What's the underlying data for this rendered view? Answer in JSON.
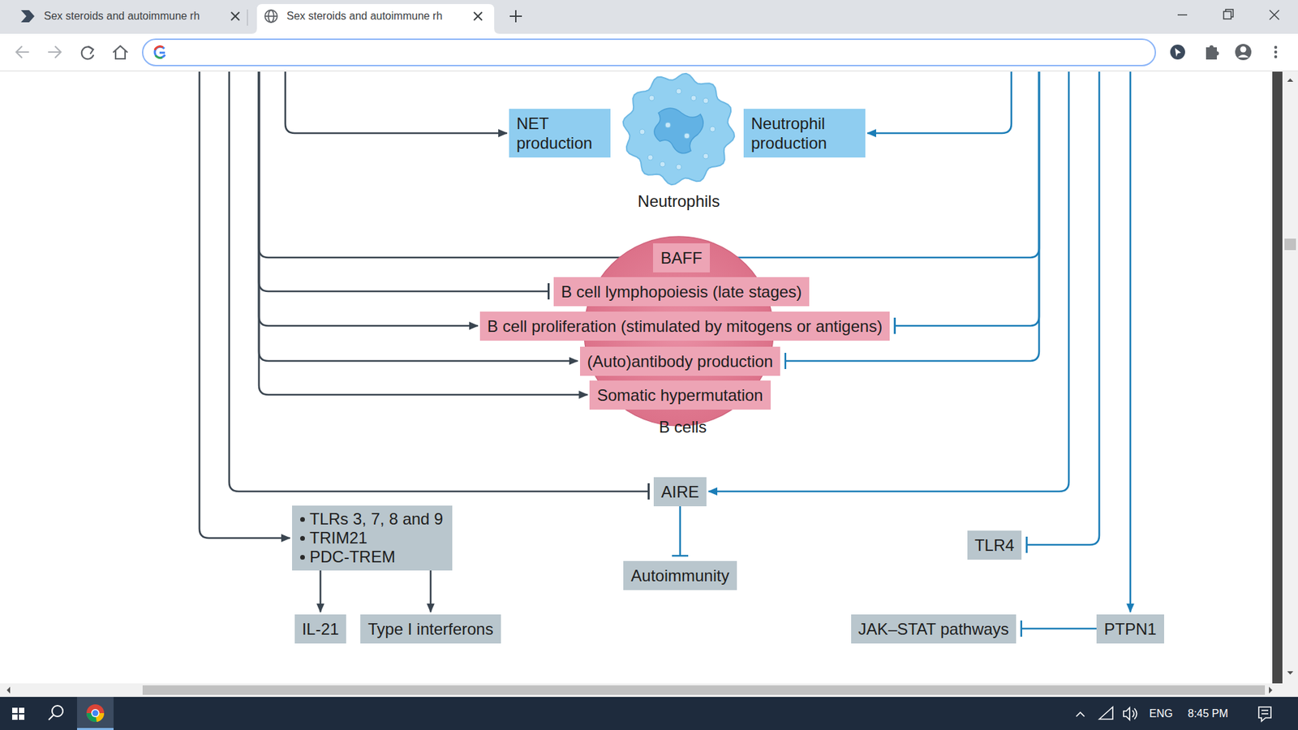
{
  "diagram": {
    "nodes": [
      {
        "text": [
          "NET production"
        ]
      },
      {
        "text": [
          "Neutrophils"
        ]
      },
      {
        "text": [
          "Neutrophil production"
        ]
      },
      {
        "text": [
          "B cells"
        ]
      },
      {
        "text": [
          "BAFF"
        ],
        "in": 3
      },
      {
        "text": [
          "B cell lymphopoiesis (late stages)"
        ],
        "in": 3
      },
      {
        "text": [
          "B cell proliferation (stimulated by mitogens or antigens)"
        ],
        "in": 3
      },
      {
        "text": [
          "(Auto)antibody production"
        ],
        "in": 3
      },
      {
        "text": [
          "Somatic hypermutation"
        ],
        "in": 3
      },
      {
        "text": [
          "AIRE"
        ]
      },
      {
        "text": [
          "TLRs 3, 7, 8 and 9",
          "TRIM21",
          "PDC-TREM"
        ]
      },
      {
        "text": [
          "Autoimmunity"
        ]
      },
      {
        "text": [
          "TLR4"
        ]
      },
      {
        "text": [
          "IL-21"
        ]
      },
      {
        "text": [
          "Type I interferons"
        ]
      },
      {
        "text": [
          "JAK–STAT pathways"
        ]
      },
      {
        "text": [
          "PTPN1"
        ]
      }
    ],
    "edges": [
      {
        "from": 9,
        "to": 11,
        "arrow": "to"
      },
      {
        "from": 10,
        "to": 13,
        "arrow": "to"
      },
      {
        "from": 10,
        "to": 14,
        "arrow": "to"
      },
      {
        "from": 16,
        "to": 15,
        "arrow": "to"
      }
    ],
    "labels": [
      "Sex steroids and autoimmune rh",
      "Sex steroids and autoimmune rh",
      "ENG",
      "8:45 PM"
    ]
  }
}
